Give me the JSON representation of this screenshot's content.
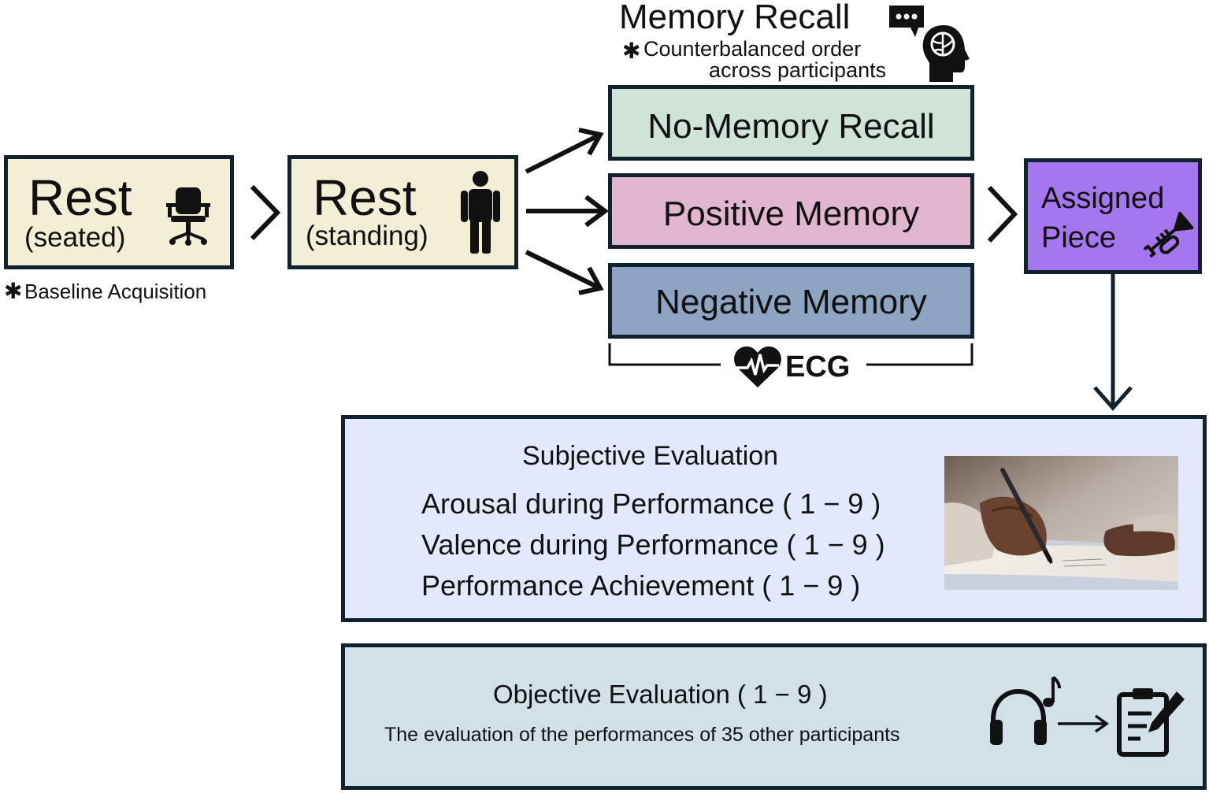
{
  "colors": {
    "border": "#12212e",
    "rest": "#f3eed6",
    "no_memory": "#cfe3d6",
    "positive": "#e3b6d0",
    "negative": "#8fa3c3",
    "assigned": "#a477ee",
    "subjective_bg": "#e1e9fb",
    "objective_bg": "#d2e1e8"
  },
  "rest_seated": {
    "title": "Rest",
    "subtitle": "(seated)",
    "icon": "office-chair-icon",
    "note_marker": "✱",
    "note": "Baseline Acquisition"
  },
  "rest_standing": {
    "title": "Rest",
    "subtitle": "(standing)",
    "icon": "standing-person-icon"
  },
  "memory_recall": {
    "title": "Memory Recall",
    "note_marker": "✱",
    "note_line1": "Counterbalanced order",
    "note_line2": "across participants",
    "icons": [
      "speech-bubble-icon",
      "head-brain-icon"
    ],
    "conditions": [
      "No-Memory Recall",
      "Positive Memory",
      "Negative Memory"
    ],
    "ecg_label": "ECG",
    "ecg_icon": "heart-pulse-icon"
  },
  "assigned_piece": {
    "line1": "Assigned",
    "line2": "Piece",
    "icon": "trumpet-icon"
  },
  "subjective": {
    "title": "Subjective Evaluation",
    "items": [
      "Arousal during Performance ( 1 − 9 )",
      "Valence during Performance ( 1 − 9 )",
      "Performance Achievement ( 1 − 9 )"
    ],
    "image": "hand-writing-photo"
  },
  "objective": {
    "title": "Objective Evaluation ( 1 − 9 )",
    "description": "The evaluation of the performances of 35 other participants",
    "icons": [
      "headphones-music-icon",
      "arrow-icon",
      "clipboard-pen-icon"
    ]
  }
}
